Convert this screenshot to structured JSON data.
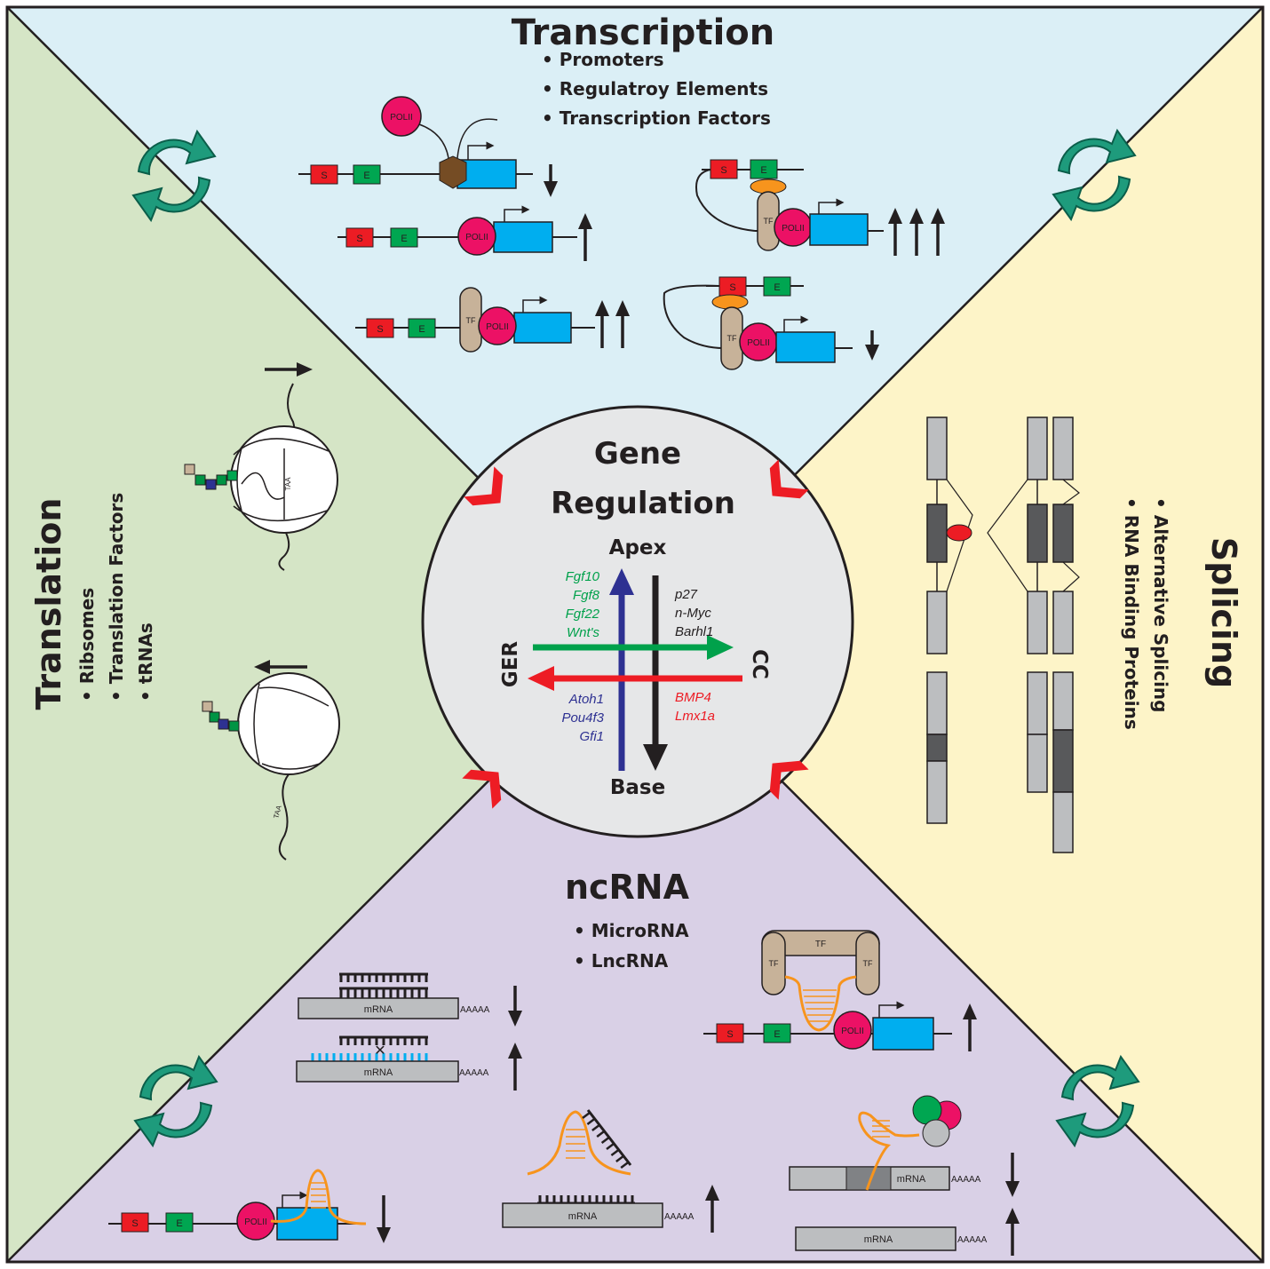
{
  "colors": {
    "top_bg": "#dbeff6",
    "left_bg": "#d5e5c6",
    "right_bg": "#fdf4c8",
    "bottom_bg": "#d9d0e6",
    "center_bg": "#e6e7e8",
    "promoter_red": "#ec1c24",
    "enhancer_green": "#00a651",
    "polii_pink": "#ec1165",
    "gene_blue": "#00aeef",
    "tf_tan": "#c7b299",
    "chevron_red": "#ed1c24",
    "recycle_teal": "#1e9b7c",
    "green_arrow": "#00a14b",
    "red_arrow": "#ed1c24",
    "blue_arrow": "#2e3192",
    "ncrna_orange": "#f7941d"
  },
  "center": {
    "title_line1": "Gene",
    "title_line2": "Regulation",
    "apex": "Apex",
    "base": "Base",
    "left": "GER",
    "right": "CC",
    "green_genes": [
      "Fgf10",
      "Fgf8",
      "Fgf22",
      "Wnt's"
    ],
    "black_genes": [
      "p27",
      "n-Myc",
      "Barhl1"
    ],
    "blue_genes": [
      "Atoh1",
      "Pou4f3",
      "Gfi1"
    ],
    "red_genes": [
      "BMP4",
      "Lmx1a"
    ]
  },
  "transcription": {
    "title": "Transcription",
    "bullets": [
      "Promoters",
      "Regulatroy Elements",
      "Transcription Factors"
    ],
    "s_label": "S",
    "e_label": "E",
    "polii_label": "POLII",
    "tf_label": "TF"
  },
  "translation": {
    "title": "Translation",
    "bullets": [
      "Ribsomes",
      "Translation Factors",
      "tRNAs"
    ],
    "codon": "TAA"
  },
  "splicing": {
    "title": "Splicing",
    "bullets": [
      "Alternative Splicing",
      "RNA Binding Proteins"
    ]
  },
  "ncrna": {
    "title": "ncRNA",
    "bullets": [
      "MicroRNA",
      "LncRNA"
    ],
    "mrna_label": "mRNA",
    "polya": "AAAAA"
  }
}
